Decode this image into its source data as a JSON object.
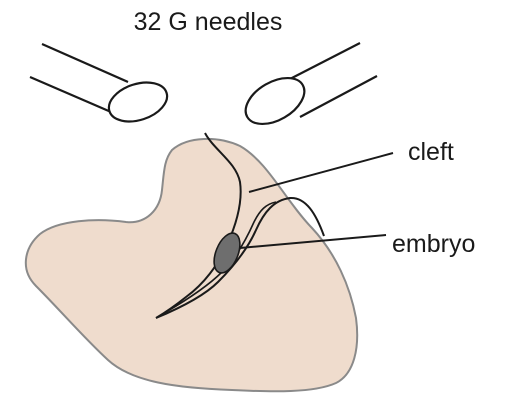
{
  "diagram": {
    "title": "32 G needles",
    "labels": {
      "cleft": "cleft",
      "embryo": "embryo"
    },
    "colors": {
      "tissue_fill": "#efdccd",
      "tissue_outline": "#8a8a8a",
      "line": "#1a1a1a",
      "embryo_fill": "#6e6e6e",
      "background": "#ffffff"
    }
  }
}
